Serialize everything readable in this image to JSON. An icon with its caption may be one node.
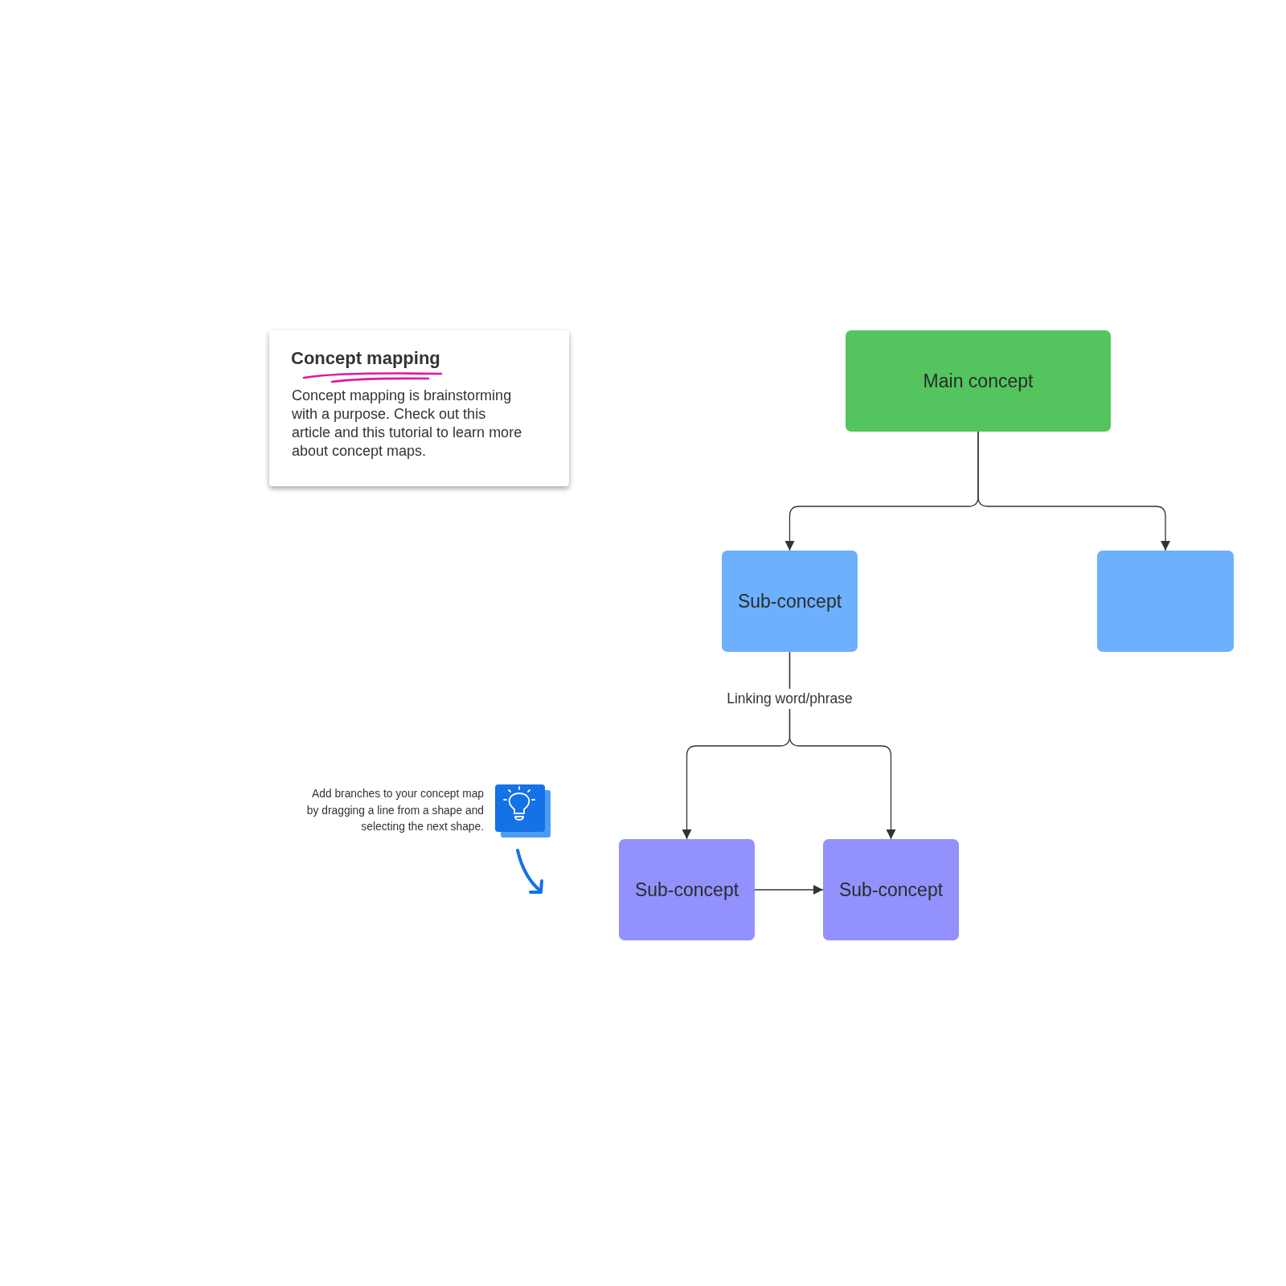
{
  "diagram": {
    "nodes": [
      {
        "text": [
          "Concept mapping",
          "Concept mapping is brainstorming with a purpose. Check out this article and this tutorial to learn more about concept maps."
        ]
      },
      {
        "text": [
          "Main concept"
        ]
      },
      {
        "text": [
          "Sub-concept"
        ]
      },
      {
        "text": [],
        "shape": "box"
      },
      {
        "text": [
          "Sub-concept"
        ]
      },
      {
        "text": [
          "Sub-concept"
        ]
      }
    ],
    "edges": [
      {
        "from": 1,
        "to": 2,
        "arrow": "to"
      },
      {
        "from": 1,
        "to": 3,
        "arrow": "to"
      },
      {
        "from": 2,
        "to": 4,
        "arrow": "to",
        "label": "Linking word/phrase"
      },
      {
        "from": 2,
        "to": 5,
        "arrow": "to"
      },
      {
        "from": 4,
        "to": 5,
        "arrow": "to"
      }
    ],
    "labels": [
      "Add branches to your concept map by dragging a line from a shape and selecting the next shape."
    ]
  }
}
